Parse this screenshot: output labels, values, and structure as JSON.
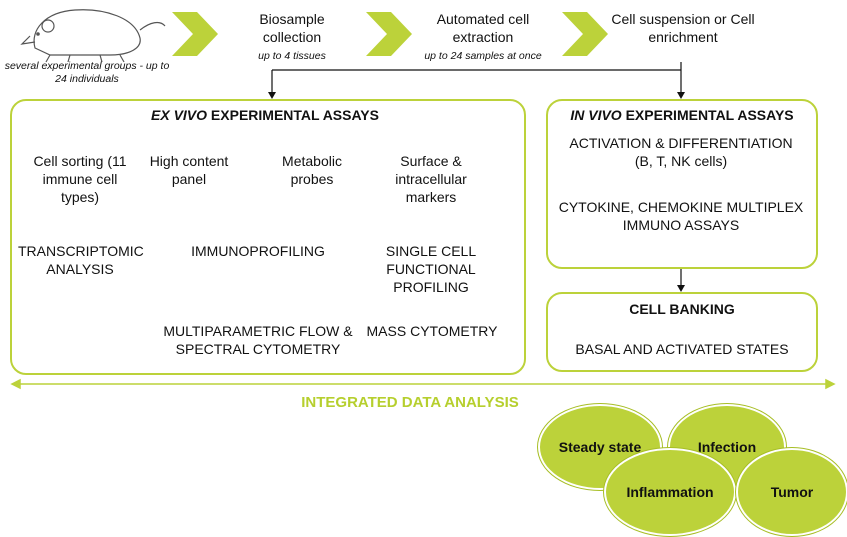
{
  "top": {
    "mouse_caption": "several experimental groups - up to 24 individuals",
    "step1_title": "Biosample collection",
    "step1_sub": "up to 4 tissues",
    "step2_title": "Automated cell extraction",
    "step2_sub": "up to 24 samples at once",
    "step3_title": "Cell suspension or Cell enrichment"
  },
  "exvivo": {
    "title_it": "EX VIVO",
    "title_rest": " EXPERIMENTAL ASSAYS",
    "col1_top": "Cell sorting (11 immune cell types)",
    "col1_bottom": "TRANSCRIPTOMIC ANALYSIS",
    "col2_top": "High content panel",
    "col3_top": "Metabolic probes",
    "mid_result": "IMMUNOPROFILING",
    "mid_bottom": "MULTIPARAMETRIC FLOW & SPECTRAL CYTOMETRY",
    "col4_top": "Surface & intracellular markers",
    "col4_mid": "SINGLE CELL FUNCTIONAL PROFILING",
    "col4_bottom": "MASS CYTOMETRY"
  },
  "invivo": {
    "title_it": "IN VIVO",
    "title_rest": " EXPERIMENTAL ASSAYS",
    "line1": "ACTIVATION & DIFFERENTIATION (B, T, NK cells)",
    "line2": "CYTOKINE, CHEMOKINE MULTIPLEX IMMUNO ASSAYS"
  },
  "banking": {
    "title": "CELL BANKING",
    "body": "BASAL AND ACTIVATED STATES"
  },
  "integrated": "INTEGRATED DATA ANALYSIS",
  "states": [
    "Steady state",
    "Infection",
    "Inflammation",
    "Tumor"
  ],
  "colors": {
    "accent": "#bcd23a",
    "text": "#111111"
  }
}
